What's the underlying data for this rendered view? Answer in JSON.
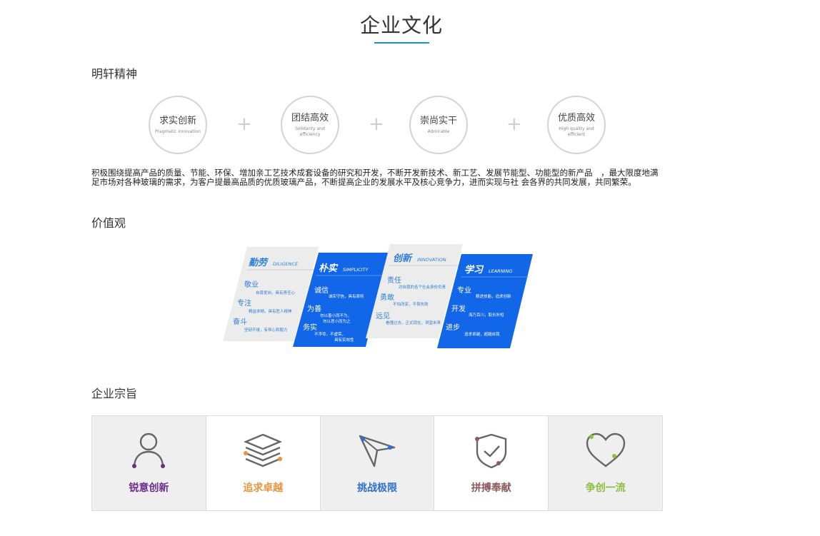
{
  "page": {
    "title": "企业文化"
  },
  "spirit": {
    "heading": "明轩精神",
    "items": [
      {
        "cn": "求实创新",
        "en": "Pragmatic innovation"
      },
      {
        "cn": "团结高效",
        "en": "Solidarity and efficiency"
      },
      {
        "cn": "崇尚实干",
        "en": "Admirable"
      },
      {
        "cn": "优质高效",
        "en": "High quality and efficient"
      }
    ],
    "plus": "+",
    "paragraph": "积极围绕提高产品的质量、节能、环保、增加亲工艺技术成套设备的研究和开发，不断开发新技术、新工艺、发展节能型、功能型的新产品　，最大限度地满足市场对各种玻璃的需求，为客户提最高品质的优质玻璃产品，不断提高企业的发展水平及核心竞争力，进而实现与社 会各界的共同发展，共同繁荣。"
  },
  "values": {
    "heading": "价值观",
    "panels": [
      {
        "title": "勤劳",
        "en": "DILIGENCE",
        "items": [
          {
            "k": "敬业",
            "d": "自尊爱岗，具有责任心"
          },
          {
            "k": "专注",
            "d": "精益求精，具有匠人精神"
          },
          {
            "k": "奋斗",
            "d": "坚韧不拔，有恒心和毅力"
          }
        ]
      },
      {
        "title": "朴实",
        "en": "SIMPLICITY",
        "items": [
          {
            "k": "诚信",
            "d": "诚实守信，具有原则"
          },
          {
            "k": "为善",
            "d": "勿以善小而不为，",
            "d2": "勿以恶小而为之"
          },
          {
            "k": "务实",
            "d": "不浮夸，不虚荣，",
            "d2": "具有实效性"
          }
        ]
      },
      {
        "title": "创新",
        "en": "INNOVATION",
        "items": [
          {
            "k": "责任",
            "d": "对自我的各个社会身份负责"
          },
          {
            "k": "勇敢",
            "d": "不怕改变，不畏失败"
          },
          {
            "k": "远见",
            "d": "看懂过去，正式现在，洞望未来"
          }
        ]
      },
      {
        "title": "学习",
        "en": "LEARNING",
        "items": [
          {
            "k": "专业",
            "d": "精进技能，追求创新"
          },
          {
            "k": "开发",
            "d": "海乃百川，取长补短"
          },
          {
            "k": "进步",
            "d": "追求卓越，超越自我"
          }
        ]
      }
    ]
  },
  "purpose": {
    "heading": "企业宗旨",
    "cards": [
      {
        "label": "锐意创新",
        "icon": "person-icon",
        "color": "#6b2d8b",
        "bg": "grey"
      },
      {
        "label": "追求卓越",
        "icon": "layers-icon",
        "color": "#e8943a",
        "bg": "white"
      },
      {
        "label": "挑战极限",
        "icon": "paper-plane-icon",
        "color": "#2e6fd0",
        "bg": "grey"
      },
      {
        "label": "拼搏奉献",
        "icon": "shield-check-icon",
        "color": "#8a5a5a",
        "bg": "white"
      },
      {
        "label": "争创一流",
        "icon": "heart-icon",
        "color": "#8cbf3f",
        "bg": "grey"
      }
    ]
  }
}
